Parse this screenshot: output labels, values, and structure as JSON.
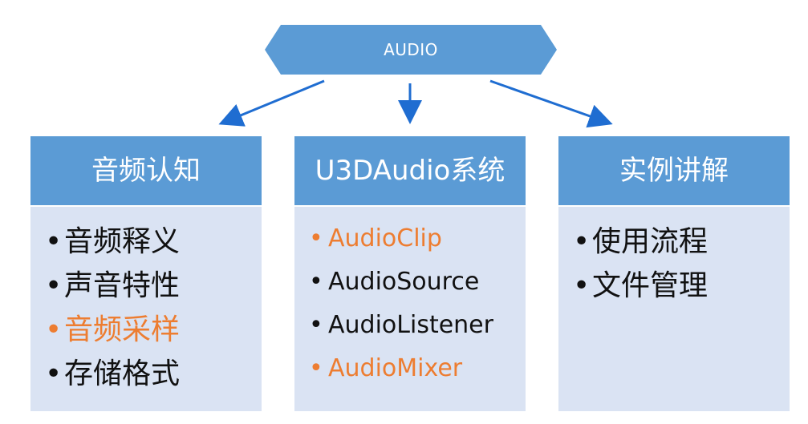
{
  "root": {
    "label": "AUDIO",
    "fill_color": "#5b9bd5"
  },
  "colors": {
    "header_bg": "#5b9bd5",
    "body_bg": "#dae3f3",
    "arrow": "#1f6dd1",
    "highlight_text": "#ed7d31",
    "normal_text": "#111111"
  },
  "columns": [
    {
      "title": "音频认知",
      "items": [
        {
          "label": "音频释义",
          "highlight": false
        },
        {
          "label": "声音特性",
          "highlight": false
        },
        {
          "label": "音频采样",
          "highlight": true
        },
        {
          "label": "存储格式",
          "highlight": false
        }
      ]
    },
    {
      "title": "U3DAudio系统",
      "items": [
        {
          "label": "AudioClip",
          "highlight": true
        },
        {
          "label": "AudioSource",
          "highlight": false
        },
        {
          "label": "AudioListener",
          "highlight": false
        },
        {
          "label": "AudioMixer",
          "highlight": true
        }
      ]
    },
    {
      "title": "实例讲解",
      "items": [
        {
          "label": "使用流程",
          "highlight": false
        },
        {
          "label": "文件管理",
          "highlight": false
        }
      ]
    }
  ]
}
